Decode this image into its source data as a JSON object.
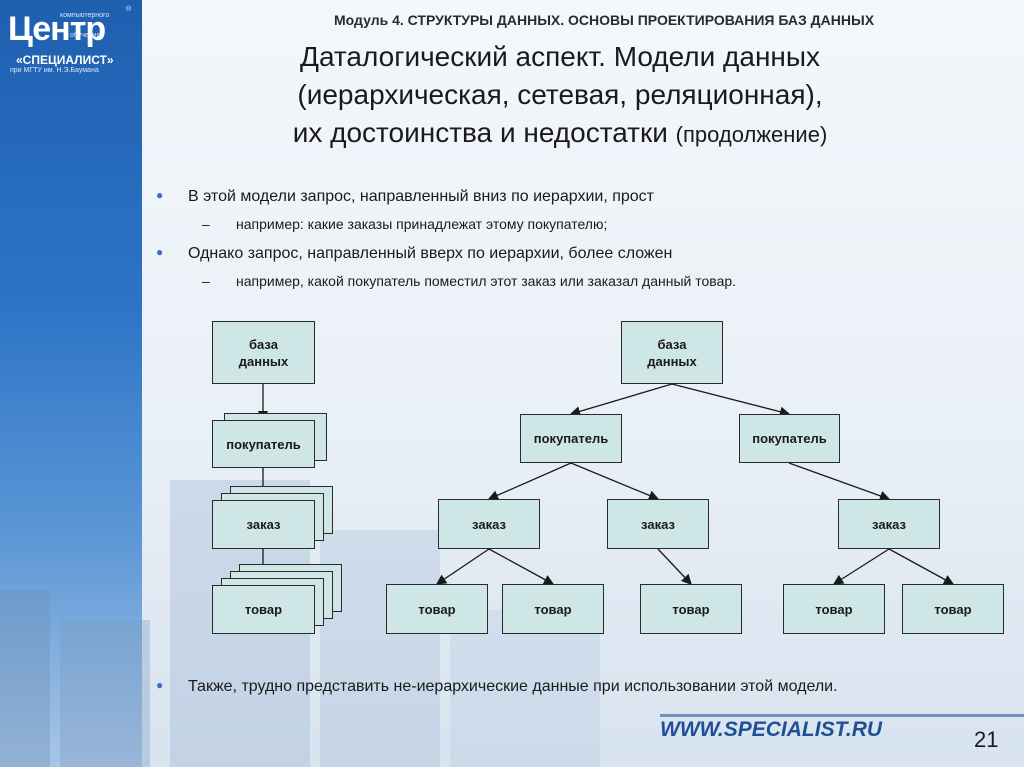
{
  "logo": {
    "top_small": "компьютерного",
    "big": "Центр",
    "obucheniya": "обучения",
    "name": "«СПЕЦИАЛИСТ»",
    "sub": "при МГТУ им. Н.Э.Баумана",
    "reg": "®"
  },
  "module": "Модуль 4. СТРУКТУРЫ ДАННЫХ. ОСНОВЫ ПРОЕКТИРОВАНИЯ БАЗ ДАННЫХ",
  "title": {
    "line1": "Даталогический аспект. Модели данных",
    "line2": "(иерархическая, сетевая, реляционная),",
    "line3": "их достоинства и недостатки",
    "line3_small": "(продолжение)"
  },
  "bullets": [
    {
      "text": "В этой модели запрос, направленный вниз по иерархии, прост",
      "sub": "например: какие заказы принадлежат этому покупателю;"
    },
    {
      "text": "Однако запрос, направленный вверх по иерархии, более сложен",
      "sub": "например, какой покупатель поместил этот заказ или заказал данный товар."
    }
  ],
  "diagram": {
    "db": "база данных",
    "customer": "покупатель",
    "order": "заказ",
    "product": "товар"
  },
  "last_bullet": "Также, трудно представить не-иерархические данные при использовании этой модели.",
  "footer": {
    "url": "WWW.SPECIALIST.RU",
    "page": "21"
  }
}
